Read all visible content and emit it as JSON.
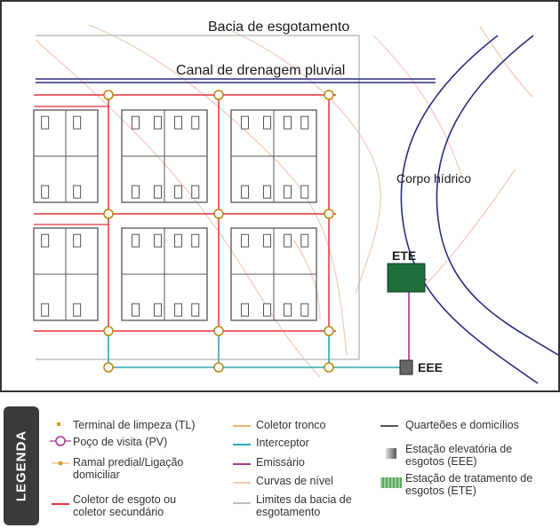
{
  "diagram": {
    "labels": {
      "basin": "Bacia de esgotamento",
      "canal": "Canal de drenagem pluvial",
      "water_body": "Corpo hídrico",
      "ete": "ETE",
      "eee": "EEE"
    },
    "colors": {
      "collector": "#e8323c",
      "trunk": "#f2b66a",
      "interceptor": "#2aa8b0",
      "emissary": "#a6358f",
      "blocks": "#555555",
      "canal": "#2b2d7f",
      "contours": "#f5c8b8",
      "basin_limit": "#bdbdbd",
      "ete_fill": "#1f6e3c",
      "manhole": "#b8860b",
      "cleanout": "#d4a017"
    }
  },
  "legend": {
    "title": "LEGENDA",
    "items": [
      {
        "id": "tl",
        "label": "Terminal de limpeza (TL)"
      },
      {
        "id": "pv",
        "label": "Poço de visita (PV)"
      },
      {
        "id": "ramal",
        "label": "Ramal predial/Ligação\ndomiciliar"
      },
      {
        "id": "coletor",
        "label": "Coletor de esgoto ou\ncoletor secundário"
      },
      {
        "id": "tronco",
        "label": "Coletor tronco"
      },
      {
        "id": "interceptor",
        "label": "Interceptor"
      },
      {
        "id": "emissario",
        "label": "Emissário"
      },
      {
        "id": "curvas",
        "label": "Curvas de nível"
      },
      {
        "id": "limites",
        "label": "Limites da bacia de\nesgotamento"
      },
      {
        "id": "quarteiroes",
        "label": "Quarteões e domicílios"
      },
      {
        "id": "eee",
        "label": "Estação elevatória de\nesgotos (EEE)"
      },
      {
        "id": "ete",
        "label": "Estação de tratamento de\nesgotos (ETE)"
      }
    ]
  }
}
